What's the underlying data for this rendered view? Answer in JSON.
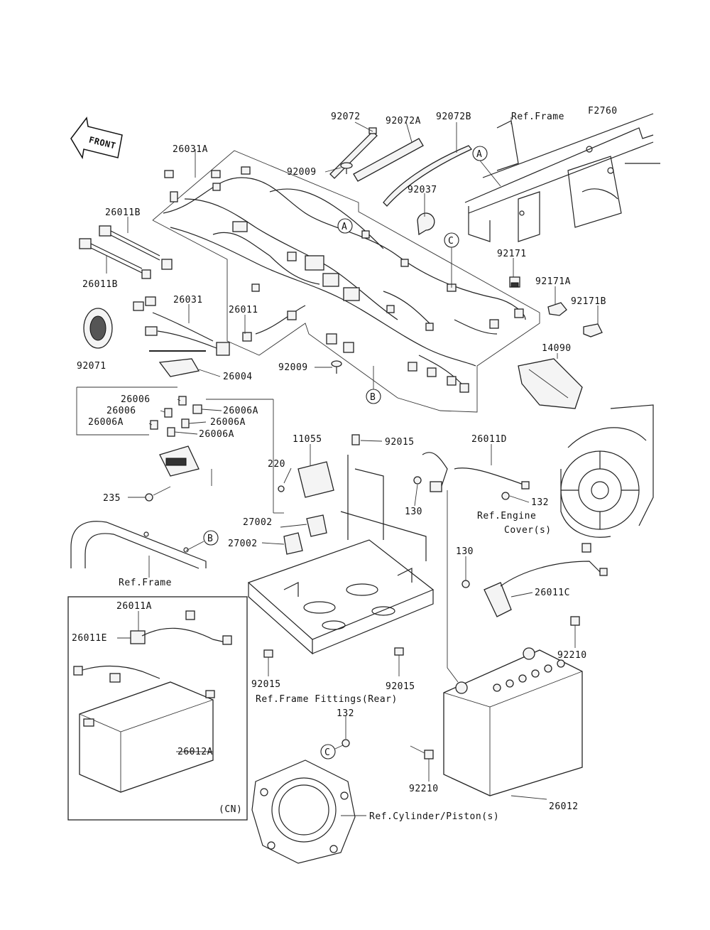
{
  "figure_code": "F2760",
  "front_marker": "FRONT",
  "callouts": [
    "A",
    "A",
    "B",
    "B",
    "C",
    "C"
  ],
  "labels": {
    "p92072": "92072",
    "p92072A": "92072A",
    "p92072B": "92072B",
    "ref_frame_top": "Ref.Frame",
    "p26031A": "26031A",
    "p92009_top": "92009",
    "p92037": "92037",
    "p26011B_top": "26011B",
    "p26011B_bottom": "26011B",
    "p92171": "92171",
    "p92171A": "92171A",
    "p92171B": "92171B",
    "p26031": "26031",
    "p26011": "26011",
    "p92071": "92071",
    "p14090": "14090",
    "p92009_mid": "92009",
    "p26004": "26004",
    "p26006_1": "26006",
    "p26006_2": "26006",
    "p26006A_1": "26006A",
    "p26006A_2": "26006A",
    "p26006A_3": "26006A",
    "p26006A_4": "26006A",
    "p11055": "11055",
    "p92015_top": "92015",
    "p26011D": "26011D",
    "p220": "220",
    "p235": "235",
    "p130_a": "130",
    "p132_a": "132",
    "ref_engine_cover_1": "Ref.Engine",
    "ref_engine_cover_2": "Cover(s)",
    "p27002_a": "27002",
    "p27002_b": "27002",
    "ref_frame_mid": "Ref.Frame",
    "p130_b": "130",
    "p26011C": "26011C",
    "p26011A": "26011A",
    "p26011E": "26011E",
    "p92210_a": "92210",
    "p92015_left": "92015",
    "p92015_right": "92015",
    "ref_frame_fittings": "Ref.Frame Fittings(Rear)",
    "p132_b": "132",
    "p26012A": "26012A",
    "p92210_b": "92210",
    "p26012": "26012",
    "cn": "(CN)",
    "ref_cylinder": "Ref.Cylinder/Piston(s)"
  }
}
